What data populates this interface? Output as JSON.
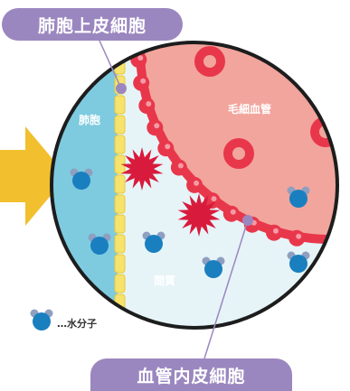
{
  "labels": {
    "alveolar_epithelial_cell": "肺胞上皮細胞",
    "alveolus": "肺胞",
    "capillary": "毛細血管",
    "interstitium": "間質",
    "capillary_endothelial_cell": "血管内皮細胞",
    "legend_water_molecule": "…水分子"
  },
  "icons": {
    "arrow": "right-arrow-icon",
    "molecule": "water-molecule-icon",
    "damage": "spiky-burst-icon",
    "blood_cell": "red-blood-cell-icon"
  },
  "colors": {
    "pill": "#9b87bf",
    "alveolus": "#7ecbe0",
    "interstitium": "#e6f4f8",
    "capillary": "#f2a59d",
    "endothelial": "#e8374b",
    "epithelial": "#f7e36b",
    "burst": "#d81b3c",
    "arrow": "#f2bf2e",
    "molecule_body": "#1a7fbf",
    "molecule_atom": "#8f9fc0",
    "outline": "#1d1d1d"
  }
}
